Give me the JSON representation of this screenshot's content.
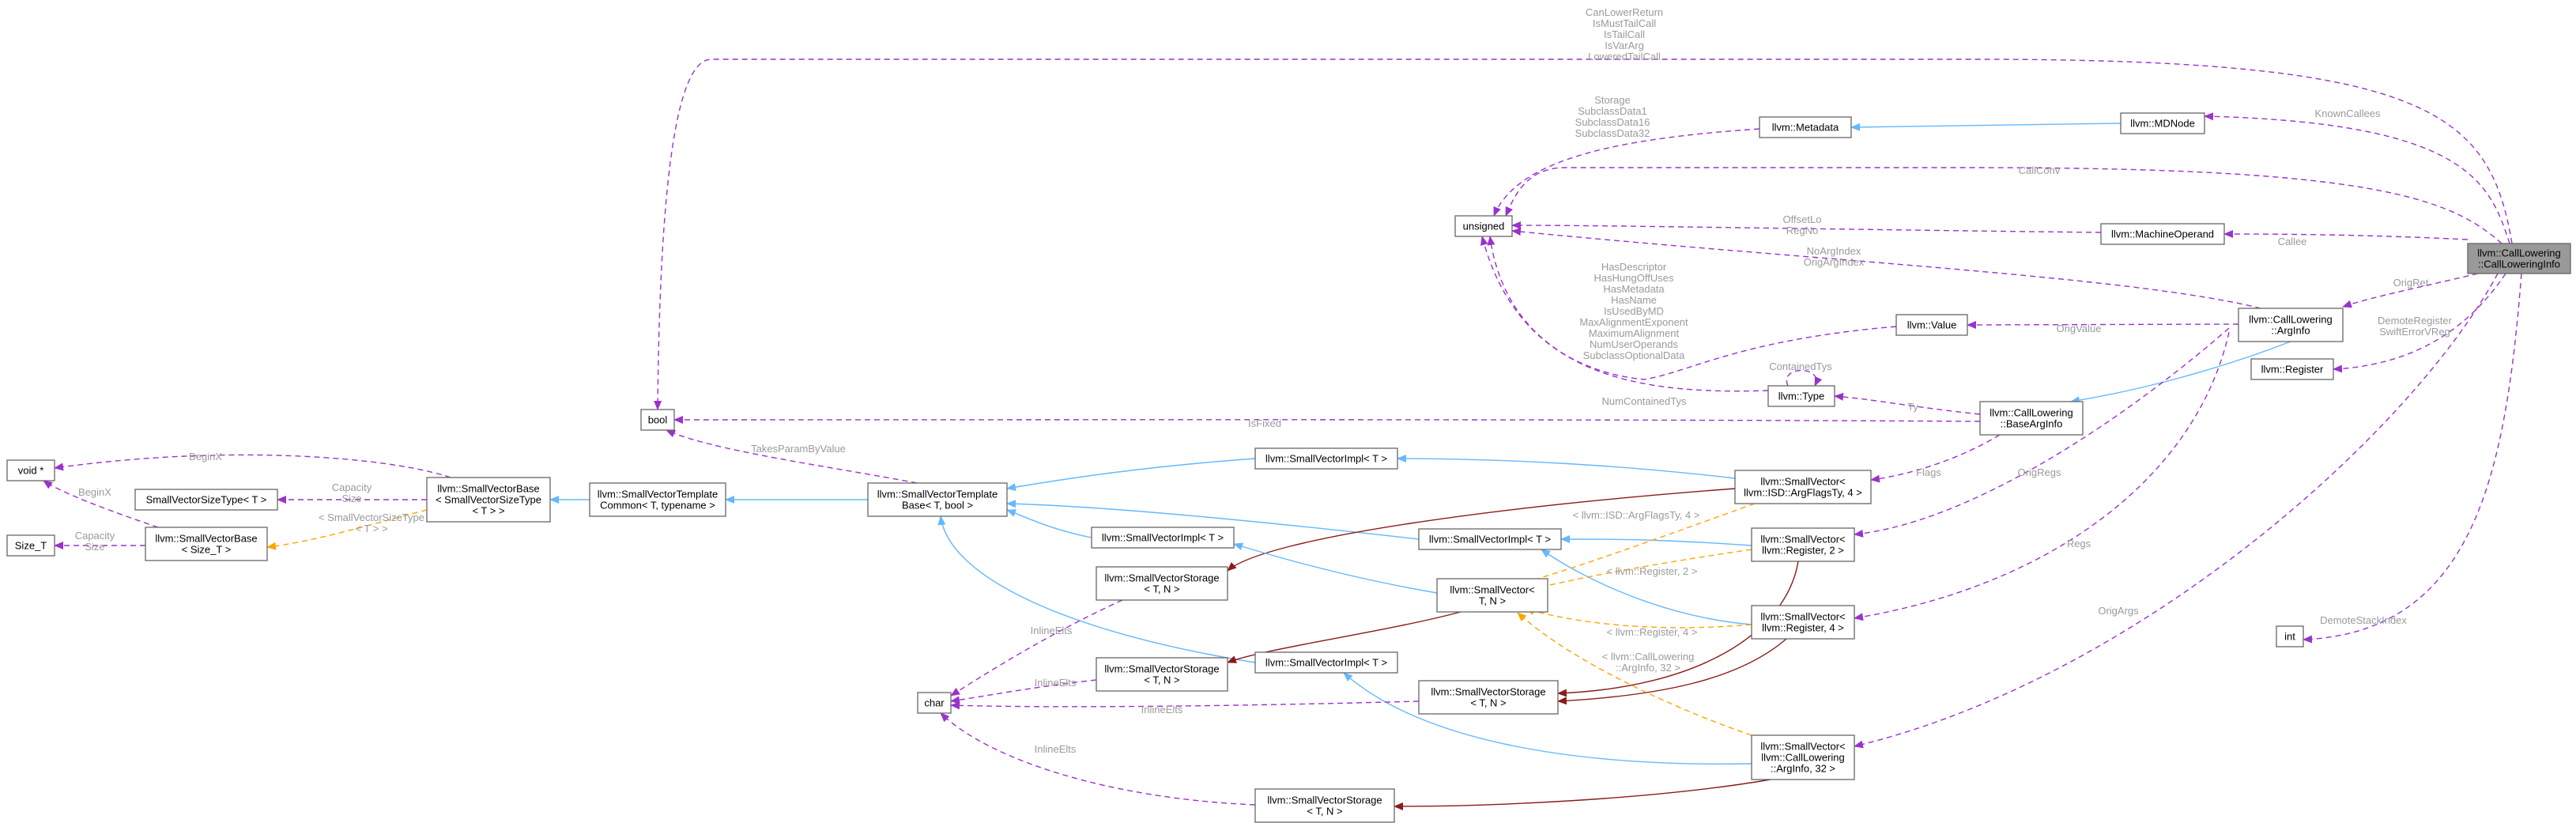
{
  "diagram": {
    "colors": {
      "member_edge": "#9a32cd",
      "inherit_edge": "#63b8ff",
      "usage_edge": "#8b1a1a",
      "template_edge": "#ffa500",
      "focus_fill": "#999999",
      "label_gray": "#9a9a9a"
    },
    "nodes": {
      "calllowering_info": [
        "llvm::CallLowering",
        "::CallLoweringInfo"
      ],
      "mdnode": [
        "llvm::MDNode"
      ],
      "metadata": [
        "llvm::Metadata"
      ],
      "unsigned": [
        "unsigned"
      ],
      "machine_operand": [
        "llvm::MachineOperand"
      ],
      "arginfo": [
        "llvm::CallLowering",
        "::ArgInfo"
      ],
      "value": [
        "llvm::Value"
      ],
      "register": [
        "llvm::Register"
      ],
      "type": [
        "llvm::Type"
      ],
      "base_arginfo": [
        "llvm::CallLowering",
        "::BaseArgInfo"
      ],
      "bool": [
        "bool"
      ],
      "int": [
        "int"
      ],
      "void_ptr": [
        "void *"
      ],
      "size_t": [
        "Size_T"
      ],
      "sv_size_type": [
        "SmallVectorSizeType< T >"
      ],
      "sv_base_size_t": [
        "llvm::SmallVectorBase",
        "< Size_T >"
      ],
      "sv_base_template": [
        "llvm::SmallVectorBase",
        "< SmallVectorSizeType",
        "< T > >"
      ],
      "sv_template_common": [
        "llvm::SmallVectorTemplate",
        "Common< T, typename >"
      ],
      "sv_template_base": [
        "llvm::SmallVectorTemplate",
        "Base< T, bool >"
      ],
      "sv_impl_1": [
        "llvm::SmallVectorImpl< T >"
      ],
      "sv_impl_2": [
        "llvm::SmallVectorImpl< T >"
      ],
      "sv_impl_3": [
        "llvm::SmallVectorImpl< T >"
      ],
      "sv_impl_4": [
        "llvm::SmallVectorImpl< T >"
      ],
      "sv_storage_1": [
        "llvm::SmallVectorStorage",
        "< T, N >"
      ],
      "sv_storage_2": [
        "llvm::SmallVectorStorage",
        "< T, N >"
      ],
      "sv_storage_3": [
        "llvm::SmallVectorStorage",
        "< T, N >"
      ],
      "sv_storage_4": [
        "llvm::SmallVectorStorage",
        "< T, N >"
      ],
      "sv_tn": [
        "llvm::SmallVector<",
        "T, N >"
      ],
      "sv_argflags": [
        "llvm::SmallVector<",
        "llvm::ISD::ArgFlagsTy, 4 >"
      ],
      "sv_reg2": [
        "llvm::SmallVector<",
        "llvm::Register, 2 >"
      ],
      "sv_reg4": [
        "llvm::SmallVector<",
        "llvm::Register, 4 >"
      ],
      "sv_arginfo32": [
        "llvm::SmallVector<",
        "llvm::CallLowering",
        "::ArgInfo, 32 >"
      ],
      "char": [
        "char"
      ]
    },
    "edge_labels": {
      "bool_from_info": [
        "CanLowerReturn",
        "IsMustTailCall",
        "IsTailCall",
        "IsVarArg",
        "LoweredTailCall"
      ],
      "known_callees": [
        "KnownCallees"
      ],
      "unsigned_from_metadata": [
        "Storage",
        "SubclassData1",
        "SubclassData16",
        "SubclassData32"
      ],
      "call_conv": [
        "CallConv"
      ],
      "offset_lo": [
        "OffsetLo",
        "RegNo"
      ],
      "callee": [
        "Callee"
      ],
      "no_arg_index": [
        "NoArgIndex",
        "OrigArgIndex"
      ],
      "orig_ret": [
        "OrigRet"
      ],
      "demote_register": [
        "DemoteRegister",
        "SwiftErrorVReg"
      ],
      "unsigned_from_value": [
        "HasDescriptor",
        "HasHungOffUses",
        "HasMetadata",
        "HasName",
        "IsUsedByMD",
        "MaxAlignmentExponent",
        "MaximumAlignment",
        "NumUserOperands",
        "SubclassOptionalData"
      ],
      "orig_value": [
        "OrigValue"
      ],
      "contained_tys": [
        "ContainedTys"
      ],
      "num_contained_tys": [
        "NumContainedTys"
      ],
      "ty": [
        "Ty"
      ],
      "is_fixed": [
        "IsFixed"
      ],
      "takes_param_by_value": [
        "TakesParamByValue"
      ],
      "flags": [
        "Flags"
      ],
      "orig_regs": [
        "OrigRegs"
      ],
      "regs": [
        "Regs"
      ],
      "orig_args": [
        "OrigArgs"
      ],
      "demote_stack_index": [
        "DemoteStackIndex"
      ],
      "begin_x_void": [
        "BeginX"
      ],
      "begin_x_sizet": [
        "BeginX"
      ],
      "capacity_size_type": [
        "Capacity",
        "Size"
      ],
      "capacity_size_t": [
        "Capacity",
        "Size"
      ],
      "sv_size_type_tmpl": [
        "< SmallVectorSizeType",
        "< T > >"
      ],
      "tmpl_argflags": [
        "< llvm::ISD::ArgFlagsTy, 4 >"
      ],
      "tmpl_reg2": [
        "< llvm::Register, 2 >"
      ],
      "tmpl_reg4": [
        "< llvm::Register, 4 >"
      ],
      "tmpl_arginfo32": [
        "< llvm::CallLowering",
        "::ArgInfo, 32 >"
      ],
      "inline_elts_1": [
        "InlineElts"
      ],
      "inline_elts_2": [
        "InlineElts"
      ],
      "inline_elts_3": [
        "InlineElts"
      ],
      "inline_elts_4": [
        "InlineElts"
      ]
    }
  }
}
